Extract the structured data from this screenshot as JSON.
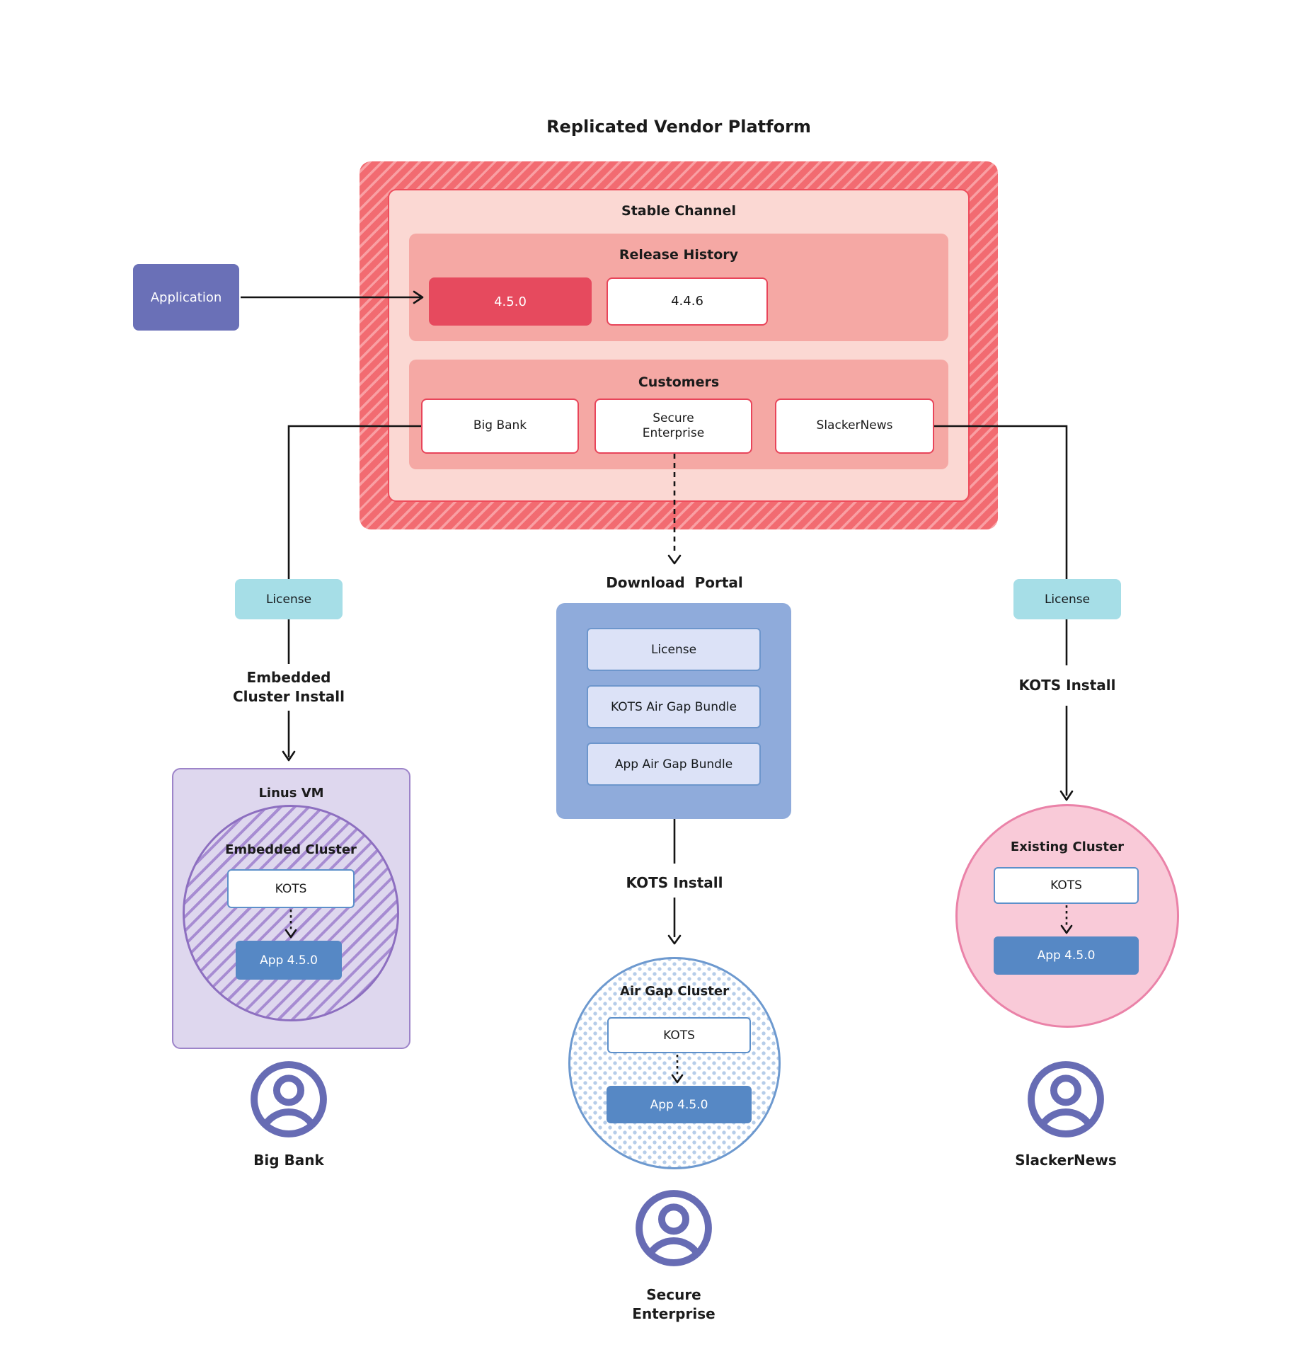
{
  "title": "Replicated Vendor Platform",
  "application": {
    "label": "Application"
  },
  "platform": {
    "stable_channel": {
      "label": "Stable Channel"
    },
    "release_history": {
      "label": "Release History",
      "releases": [
        "4.5.0",
        "4.4.6"
      ]
    },
    "customers": {
      "label": "Customers",
      "items": [
        "Big Bank",
        "Secure Enterprise",
        "SlackerNews"
      ]
    }
  },
  "flows": {
    "left": {
      "license": "License",
      "install_label": "Embedded Cluster Install",
      "vm_label": "Linus VM",
      "cluster_label": "Embedded Cluster",
      "kots": "KOTS",
      "app": "App 4.5.0",
      "user": "Big Bank"
    },
    "middle": {
      "portal_label": "Download  Portal",
      "portal_items": [
        "License",
        "KOTS Air Gap Bundle",
        "App Air Gap Bundle"
      ],
      "install_label": "KOTS Install",
      "cluster_label": "Air Gap Cluster",
      "kots": "KOTS",
      "app": "App 4.5.0",
      "user": "Secure Enterprise"
    },
    "right": {
      "license": "License",
      "install_label": "KOTS Install",
      "cluster_label": "Existing Cluster",
      "kots": "KOTS",
      "app": "App 4.5.0",
      "user": "SlackerNews"
    }
  },
  "colors": {
    "hatch_red": "#f26b71",
    "hatch_red_stripe": "#f99fa3",
    "pink_light": "#fbd8d3",
    "pink_mid": "#f5a8a4",
    "red_accent": "#e64a5e",
    "indigo": "#6a70b7",
    "cyan": "#a6dee7",
    "portal_blue": "#8fabdb",
    "lavender": "#dce2f7",
    "blue_border": "#6d96cc",
    "steel_blue": "#5688c5",
    "purple_bg": "#ded7ee",
    "purple_border": "#9d84c9",
    "purple_stripe": "#a78cd2",
    "pink_circle": "#f9cad8",
    "pink_circle_border": "#ea82a8",
    "dot_blue": "#b6cde9",
    "person_purple": "#676cb4"
  }
}
